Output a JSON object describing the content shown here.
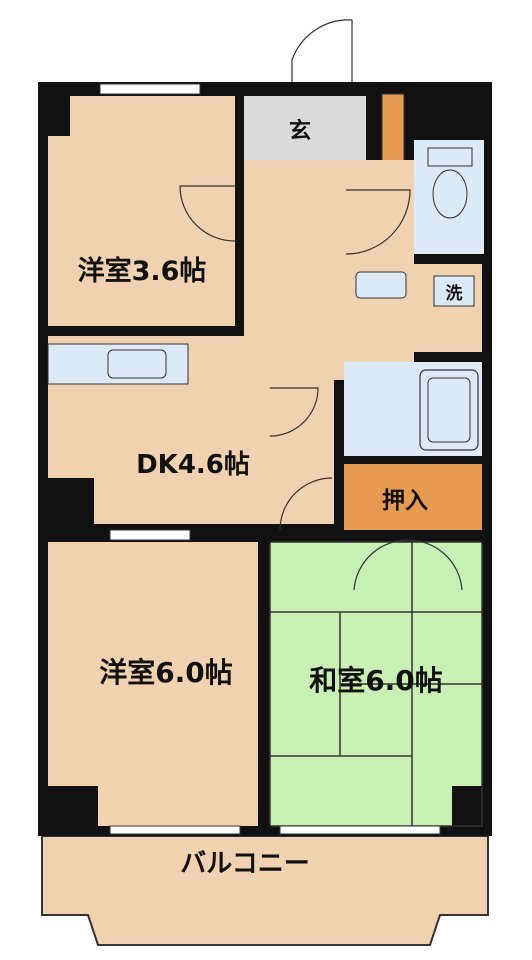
{
  "rooms": {
    "western_room_a": "洋室3.6帖",
    "dining_kitchen": "DK4.6帖",
    "western_room_b": "洋室6.0帖",
    "japanese_room": "和室6.0帖"
  },
  "spaces": {
    "entrance": "玄",
    "closet": "押入",
    "washer": "洗",
    "balcony": "バルコニー"
  },
  "colors": {
    "wood_floor": "#f1d2b0",
    "tatami": "#c8f0b4",
    "wet_area": "#dce9f6",
    "closet": "#e79a52",
    "entrance": "#d9d9d9",
    "wall": "#111111"
  }
}
